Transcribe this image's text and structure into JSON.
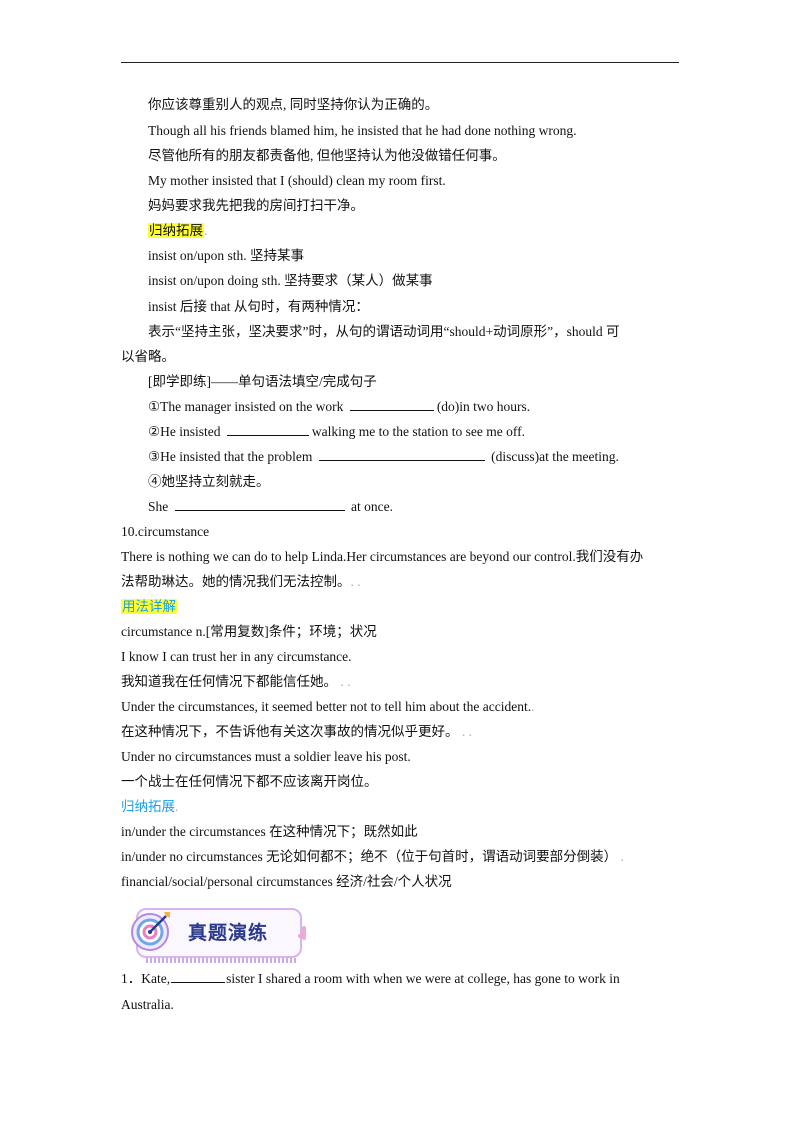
{
  "lines": {
    "l1": "你应该尊重别人的观点, 同时坚持你认为正确的。",
    "l2": "Though all his friends blamed him, he insisted that he had done nothing wrong.",
    "l3": "尽管他所有的朋友都责备他, 但他坚持认为他没做错任何事。",
    "l4": "My mother insisted that I (should) clean my room first.",
    "l5": "妈妈要求我先把我的房间打扫干净。",
    "l6": "归纳拓展",
    "l7": "insist on/upon sth.  坚持某事",
    "l8": "insist on/upon doing sth.  坚持要求（某人）做某事",
    "l9": "insist 后接 that 从句时，有两种情况：",
    "l10": "表示“坚持主张，坚决要求”时，从句的谓语动词用“should+动词原形”，should 可",
    "l11": "以省略。",
    "l12": "[即学即练]——单句语法填空/完成句子",
    "q1a": "①The manager insisted on the work ",
    "q1b": "(do)in two hours.",
    "q2a": "②He insisted ",
    "q2b": "walking me to the station to see me off.",
    "q3a": "③He insisted that the problem ",
    "q3b": " (discuss)at the meeting.",
    "q4": "④她坚持立刻就走。",
    "q4a": "She ",
    "q4b": " at once.",
    "w10": "10.circumstance",
    "w10s1": "There is nothing we can do to help Linda.Her circumstances are beyond our control.我们没有办",
    "w10s2": "法帮助琳达。她的情况我们无法控制。",
    "usage": "用法详解",
    "def": "circumstance n.[常用复数]条件；环境；状况",
    "e1": "I know I can trust her in any circumstance.",
    "e1c": "我知道我在任何情况下都能信任她。",
    "e2": "Under the circumstances, it seemed better not to tell him about the accident.",
    "e2c": "在这种情况下，不告诉他有关这次事故的情况似乎更好。",
    "e3": "Under no circumstances must a soldier leave his post.",
    "e3c": "一个战士在任何情况下都不应该离开岗位。",
    "ext": "归纳拓展",
    "x1": "in/under the circumstances 在这种情况下；既然如此",
    "x2": "in/under no circumstances  无论如何都不；绝不（位于句首时，谓语动词要部分倒装）",
    "x3": "financial/social/personal circumstances 经济/社会/个人状况",
    "section": "真题演练",
    "p1a": "1．Kate,",
    "p1b": "sister I shared a room with when we were at college, has gone to work in",
    "p1c": "Australia."
  },
  "colors": {
    "highlight": "#ffff33",
    "cyan_text": "#1aa0e8",
    "header_text": "#2a3a8c"
  }
}
